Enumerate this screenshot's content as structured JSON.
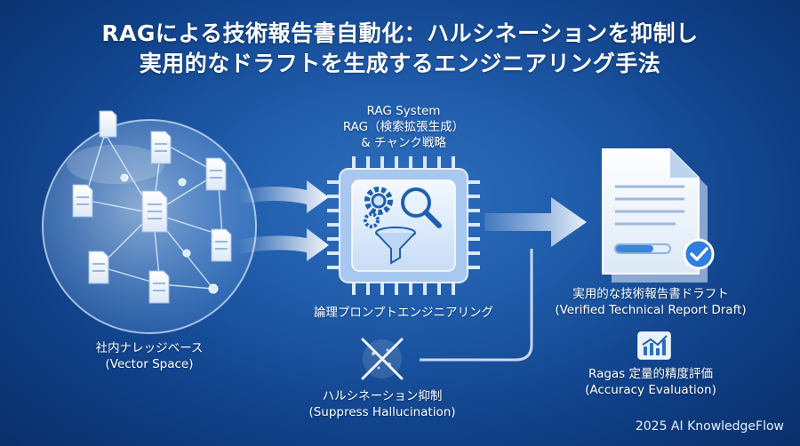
{
  "title": {
    "line1": "RAGによる技術報告書自動化：ハルシネーションを抑制し",
    "line2": "実用的なドラフトを生成するエンジニアリング手法"
  },
  "knowledge_base": {
    "label_ja": "社内ナレッジベース",
    "label_en": "(Vector Space)"
  },
  "rag": {
    "line1": "RAG System",
    "line2": "RAG（検索拡張生成）",
    "line3": "& チャンク戦略",
    "caption": "論理プロンプトエンジニアリング"
  },
  "hallucination": {
    "label_ja": "ハルシネーション抑制",
    "label_en": "(Suppress Hallucination)"
  },
  "draft": {
    "label_ja": "実用的な技術報告書ドラフト",
    "label_en": "(Verified Technical Report Draft)"
  },
  "evaluation": {
    "label_ja": "Ragas 定量的精度評価",
    "label_en": "(Accuracy Evaluation)"
  },
  "footer": "2025 AI KnowledgeFlow",
  "colors": {
    "accent": "#2f7fe0",
    "chip": "#cfe3fb",
    "check": "#2f7fe0"
  }
}
